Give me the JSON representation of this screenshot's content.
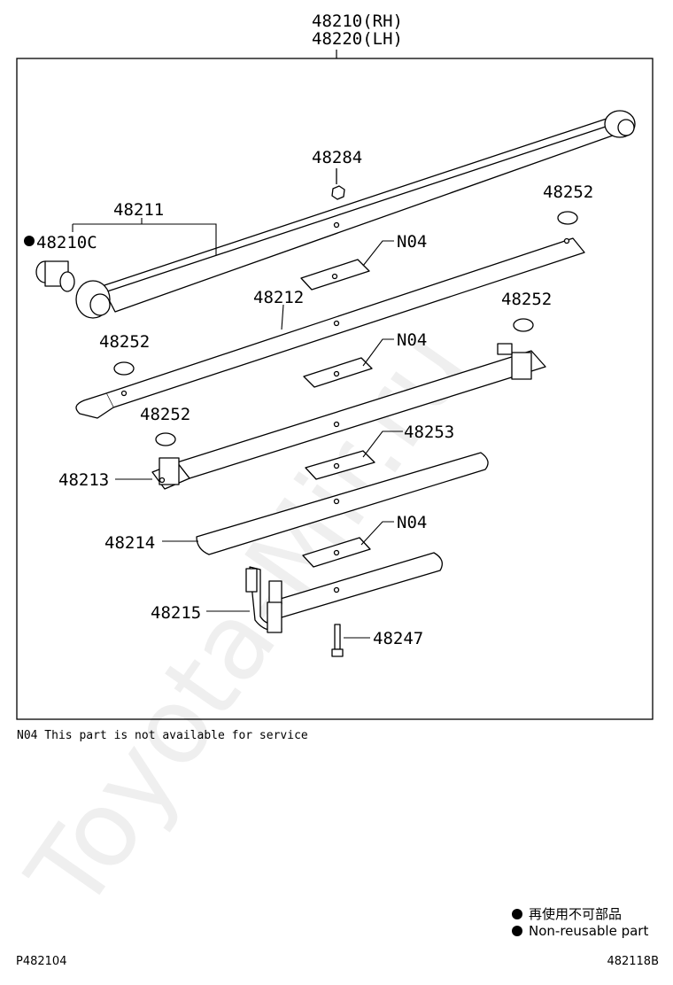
{
  "title": {
    "line1": "48210(RH)",
    "line2": "48220(LH)"
  },
  "watermark": "Toyota-Mir.ru",
  "parts": {
    "p48284": "48284",
    "p48211": "48211",
    "p48210c": "48210C",
    "p48252_a": "48252",
    "p48252_b": "48252",
    "p48252_c": "48252",
    "p48252_d": "48252",
    "p48212": "48212",
    "p48213": "48213",
    "p48253": "48253",
    "p48214": "48214",
    "p48215": "48215",
    "p48247": "48247",
    "n04_a": "N04",
    "n04_b": "N04",
    "n04_c": "N04"
  },
  "note": "N04 This part is not available for service",
  "legend": {
    "jp": "再使用不可部品",
    "en": "Non-reusable part"
  },
  "footer": {
    "left": "P482104",
    "right": "482118B"
  },
  "icons": {
    "nonreusable_marker": "filled-circle-icon"
  }
}
